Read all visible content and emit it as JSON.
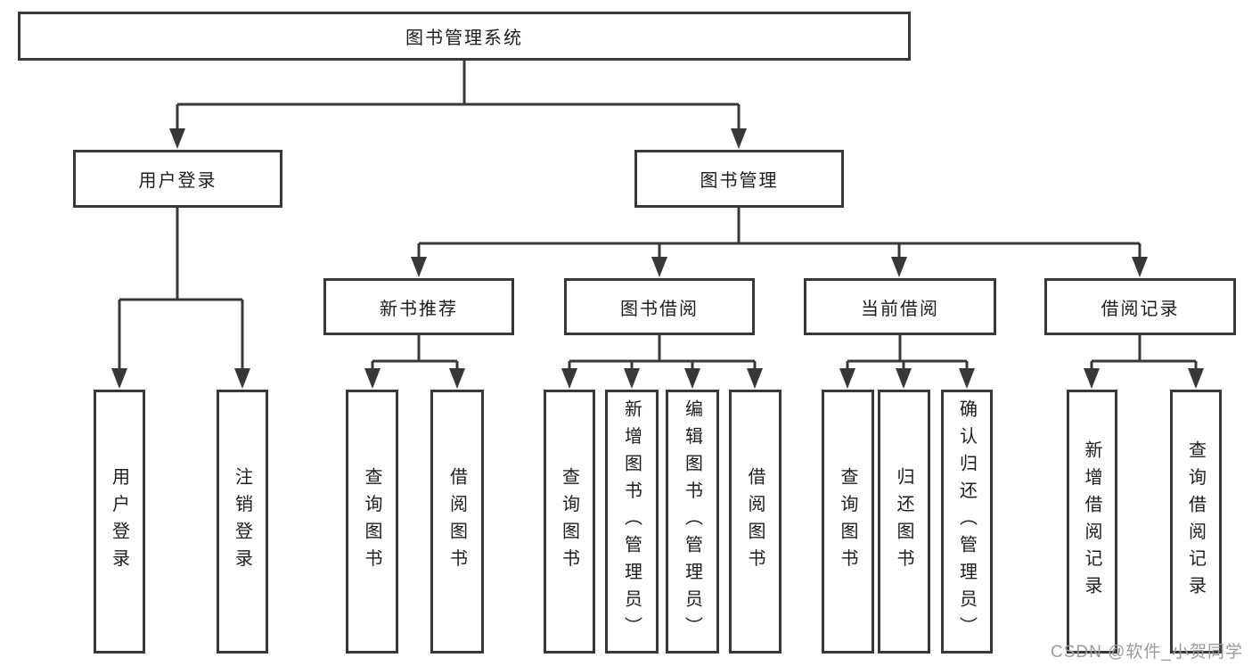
{
  "colors": {
    "background": "#ffffff",
    "line": "#383838",
    "box_border": "#383838",
    "text": "#1d1d1d",
    "watermark": "#9a9a9a"
  },
  "watermark": {
    "text": "CSDN @软件_小贺同学"
  },
  "tree": {
    "root": "图书管理系统",
    "children": [
      {
        "label": "用户登录",
        "children": [
          {
            "label": "用户登录"
          },
          {
            "label": "注销登录"
          }
        ]
      },
      {
        "label": "图书管理",
        "children": [
          {
            "label": "新书推荐",
            "children": [
              {
                "label": "查询图书"
              },
              {
                "label": "借阅图书"
              }
            ]
          },
          {
            "label": "图书借阅",
            "children": [
              {
                "label": "查询图书"
              },
              {
                "label": "新增图书（管理员）"
              },
              {
                "label": "编辑图书（管理员）"
              },
              {
                "label": "借阅图书"
              }
            ]
          },
          {
            "label": "当前借阅",
            "children": [
              {
                "label": "查询图书"
              },
              {
                "label": "归还图书"
              },
              {
                "label": "确认归还（管理员）"
              }
            ]
          },
          {
            "label": "借阅记录",
            "children": [
              {
                "label": "新增借阅记录"
              },
              {
                "label": "查询借阅记录"
              }
            ]
          }
        ]
      }
    ]
  }
}
